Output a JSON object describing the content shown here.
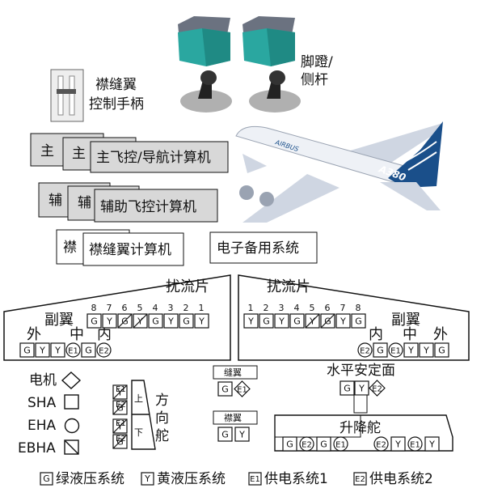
{
  "controls": {
    "flap_lever_label": "襟缝翼\n控制手柄",
    "pedal_stick_label": "脚蹬/\n侧杆"
  },
  "computers": {
    "main_short": "主",
    "main_label": "主飞控/导航计算机",
    "aux_short": "辅",
    "aux_label": "辅助飞控计算机",
    "flap_short": "襟",
    "flap_label": "襟缝翼计算机",
    "backup_label": "电子备用系统"
  },
  "airplane": {
    "brand": "AIRBUS",
    "model": "A380"
  },
  "wings": {
    "spoiler_title": "扰流片",
    "aileron_title": "副翼",
    "outer": "外",
    "middle": "中",
    "inner": "内",
    "left_spoiler_numbers": [
      "8",
      "7",
      "6",
      "5",
      "4",
      "3",
      "2",
      "1"
    ],
    "left_spoiler_cells": [
      "G",
      "Y",
      "G",
      "Y",
      "G",
      "Y",
      "G",
      "Y"
    ],
    "left_aileron_cells": [
      "G",
      "Y",
      "Y",
      "E1",
      "G",
      "E2"
    ],
    "right_spoiler_numbers": [
      "1",
      "2",
      "3",
      "4",
      "5",
      "6",
      "7",
      "8"
    ],
    "right_spoiler_cells": [
      "Y",
      "G",
      "Y",
      "G",
      "Y",
      "G",
      "Y",
      "G"
    ],
    "right_aileron_cells": [
      "E2",
      "G",
      "E1",
      "Y",
      "Y",
      "G"
    ]
  },
  "surfaces": {
    "slat_title": "缝翼",
    "slat_cells": [
      "G",
      "E1"
    ],
    "flap_title": "襟翼",
    "flap_cells": [
      "G",
      "Y"
    ],
    "rudder_title": "方\n向\n舵",
    "rudder_upper": "上",
    "rudder_lower": "下",
    "rudder_upper_cells": [
      "E1",
      "Y",
      "E2",
      "G"
    ],
    "rudder_lower_cells": [
      "E1",
      "Y",
      "E2",
      "G"
    ],
    "stabilizer_title": "水平安定面",
    "stabilizer_cells": [
      "G",
      "Y",
      "E2"
    ],
    "elevator_title": "升降舵",
    "elevator_left_cells": [
      "G",
      "E2",
      "G",
      "E1"
    ],
    "elevator_right_cells": [
      "E2",
      "Y",
      "E1",
      "Y"
    ]
  },
  "actuator_legend": {
    "motor": "电机",
    "sha": "SHA",
    "eha": "EHA",
    "ebha": "EBHA"
  },
  "system_legend": [
    {
      "code": "G",
      "label": "绿液压系统"
    },
    {
      "code": "Y",
      "label": "黄液压系统"
    },
    {
      "code": "E1",
      "label": "供电系统1"
    },
    {
      "code": "E2",
      "label": "供电系统2"
    }
  ],
  "colors": {
    "box_fill": "#d8d8d8",
    "line": "#111111",
    "plane_blue": "#1a4f8a",
    "pedal_teal": "#2aa7a0"
  }
}
